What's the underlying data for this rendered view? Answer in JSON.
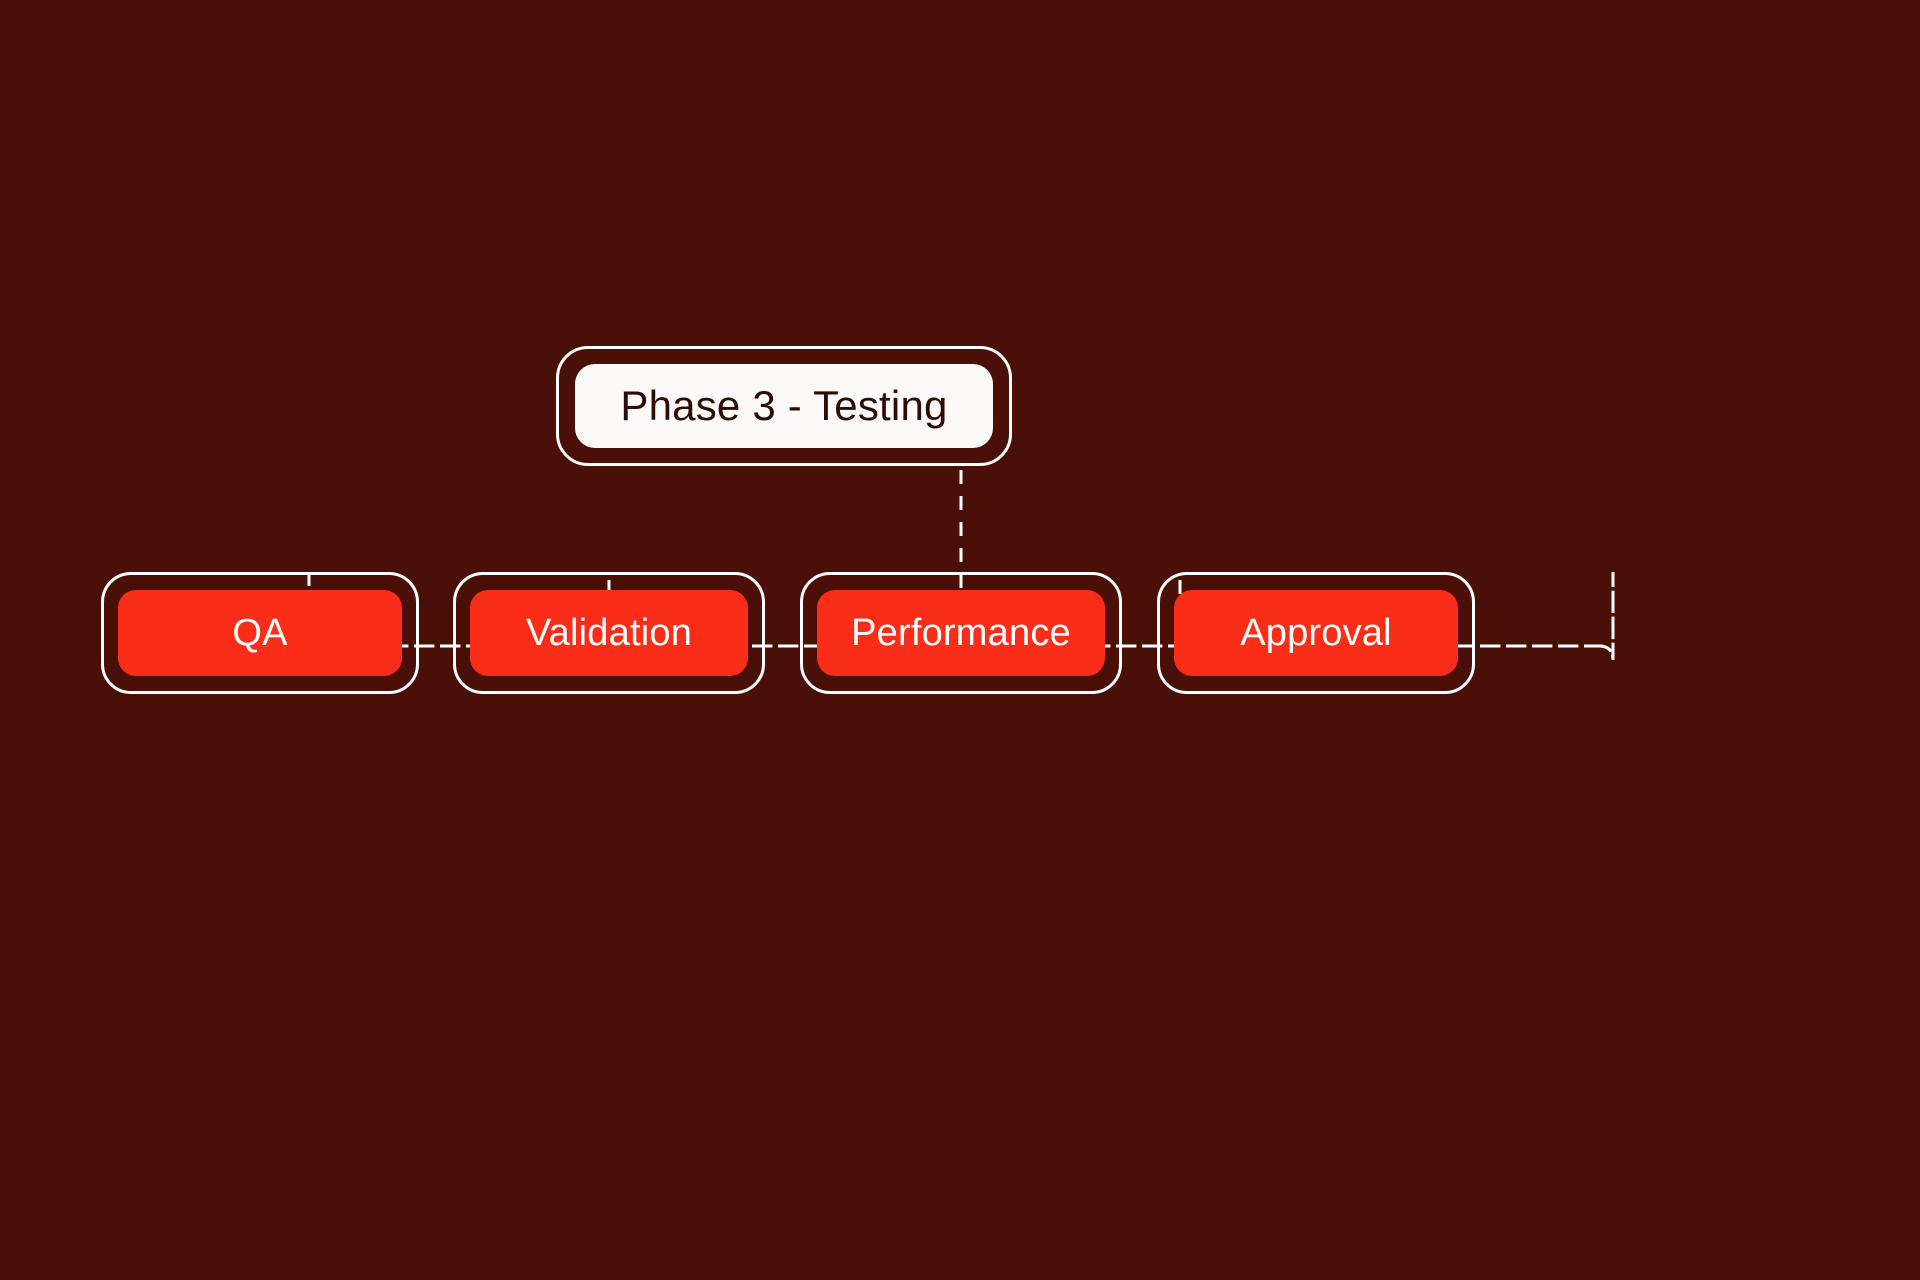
{
  "diagram": {
    "type": "tree",
    "orientation": "top-down",
    "title": "Phase 3 - Testing",
    "background_color": "#4A1008",
    "root": {
      "label": "Phase 3 - Testing",
      "fill_color": "#FBFAF8",
      "text_color": "#2E0B05",
      "border_color": "#FFFFFF"
    },
    "children": [
      {
        "label": "QA",
        "fill_color": "#FA2E18",
        "text_color": "#FFFFFF",
        "border_color": "#FFFFFF"
      },
      {
        "label": "Validation",
        "fill_color": "#FA2E18",
        "text_color": "#FFFFFF",
        "border_color": "#FFFFFF"
      },
      {
        "label": "Performance",
        "fill_color": "#FA2E18",
        "text_color": "#FFFFFF",
        "border_color": "#FFFFFF"
      },
      {
        "label": "Approval",
        "fill_color": "#FA2E18",
        "text_color": "#FFFFFF",
        "border_color": "#FFFFFF"
      }
    ],
    "connectors": {
      "style": "dashed",
      "color": "#FFFFFF",
      "width": 3,
      "dash_pattern": "14 12"
    }
  }
}
